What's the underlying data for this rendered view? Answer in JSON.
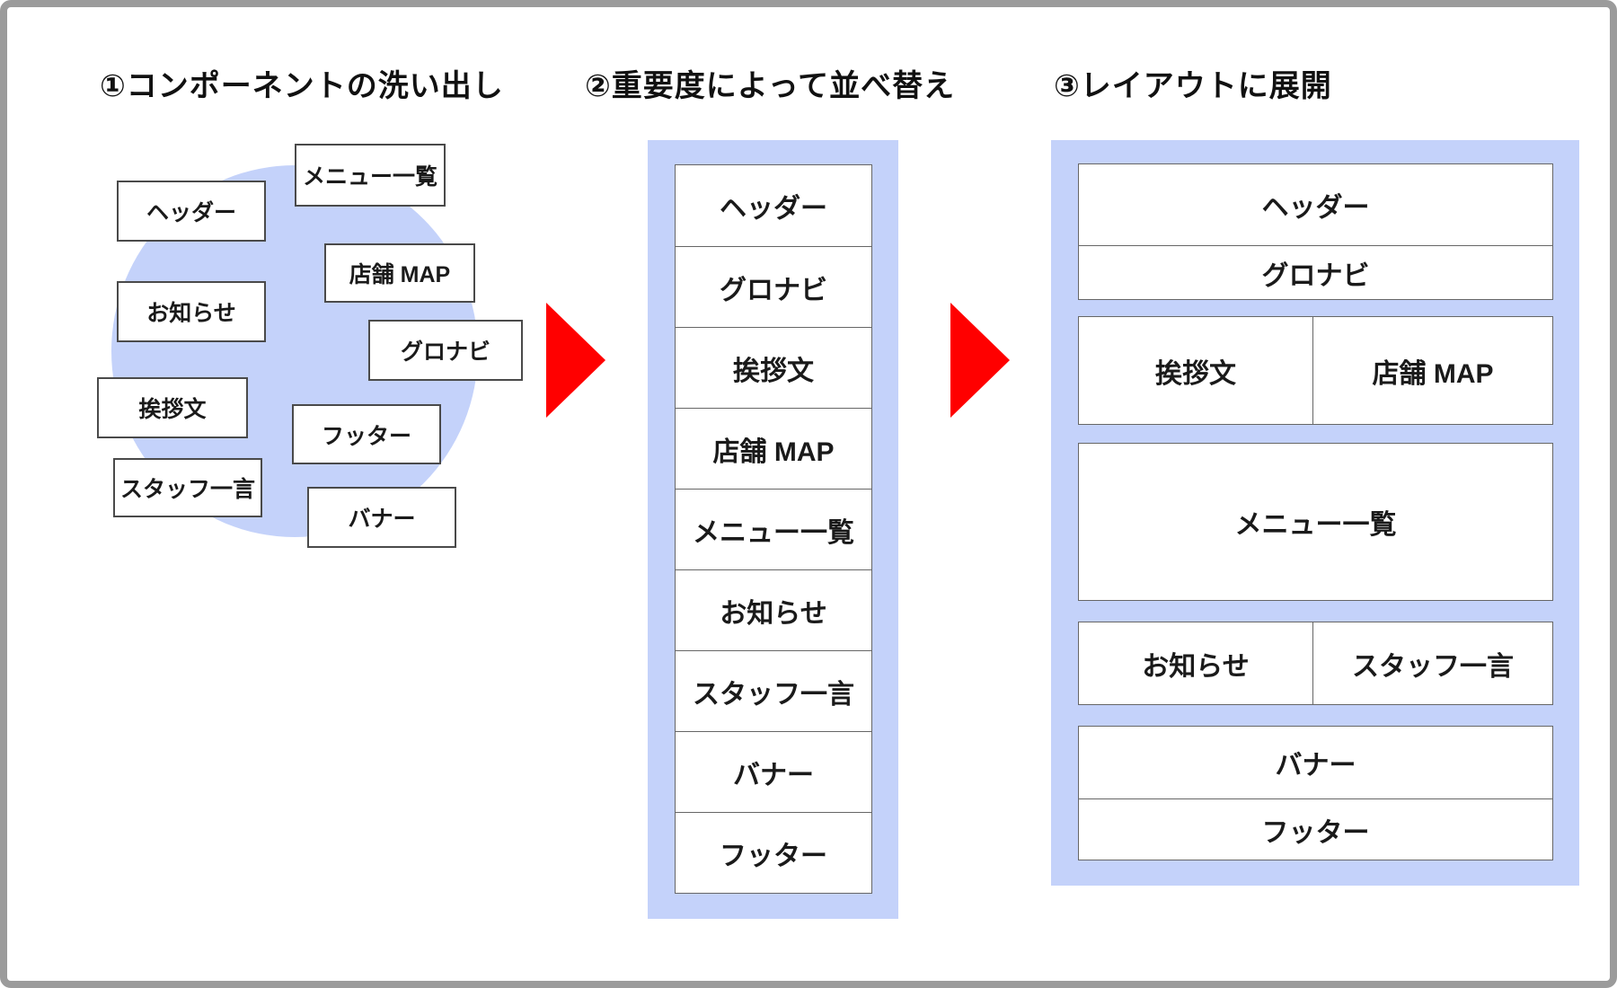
{
  "titles": {
    "step1": "①コンポーネントの洗い出し",
    "step2": "②重要度によって並べ替え",
    "step3": "③レイアウトに展開"
  },
  "step1": {
    "boxes": [
      {
        "label": "ヘッダー"
      },
      {
        "label": "メニュー一覧"
      },
      {
        "label": "お知らせ"
      },
      {
        "label": "店舗 MAP"
      },
      {
        "label": "グロナビ"
      },
      {
        "label": "挨拶文"
      },
      {
        "label": "フッター"
      },
      {
        "label": "スタッフ一言"
      },
      {
        "label": "バナー"
      }
    ]
  },
  "step2": {
    "items": [
      "ヘッダー",
      "グロナビ",
      "挨拶文",
      "店舗 MAP",
      "メニュー一覧",
      "お知らせ",
      "スタッフ一言",
      "バナー",
      "フッター"
    ]
  },
  "step3": {
    "header": "ヘッダー",
    "global_nav": "グロナビ",
    "greeting": "挨拶文",
    "shop_map": "店舗 MAP",
    "menu_list": "メニュー一覧",
    "news": "お知らせ",
    "staff_word": "スタッフ一言",
    "banner": "バナー",
    "footer": "フッター"
  },
  "colors": {
    "panel_blue": "#c4d2fa",
    "arrow_red": "#ff0000",
    "frame_gray": "#9b9b9b"
  }
}
